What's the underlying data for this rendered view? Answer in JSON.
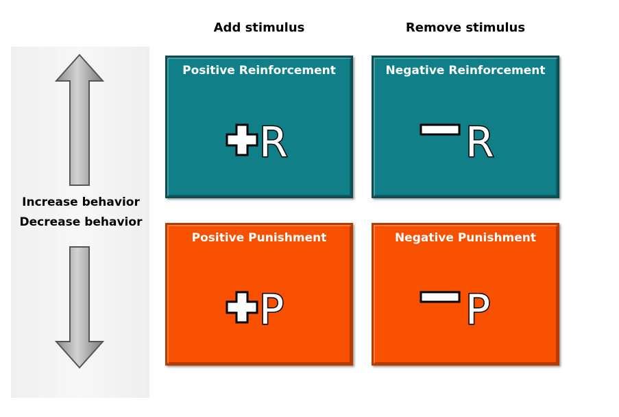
{
  "columns": {
    "add": "Add stimulus",
    "remove": "Remove stimulus"
  },
  "axis": {
    "increase": "Increase behavior",
    "decrease": "Decrease behavior"
  },
  "cells": {
    "positive_reinforcement": {
      "title": "Positive Reinforcement",
      "sign": "+",
      "letter": "R"
    },
    "negative_reinforcement": {
      "title": "Negative Reinforcement",
      "sign": "−",
      "letter": "R"
    },
    "positive_punishment": {
      "title": "Positive Punishment",
      "sign": "+",
      "letter": "P"
    },
    "negative_punishment": {
      "title": "Negative Punishment",
      "sign": "−",
      "letter": "P"
    }
  },
  "colors": {
    "reinforcement": "#117f87",
    "punishment": "#f65000",
    "arrow": "#a8a8a8"
  },
  "icons": {
    "up": "arrow-up-icon",
    "down": "arrow-down-icon"
  }
}
